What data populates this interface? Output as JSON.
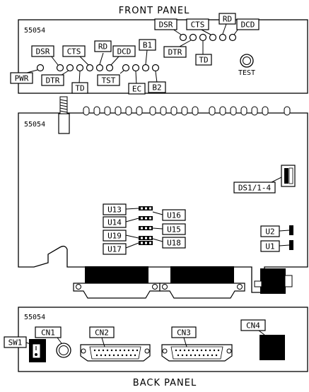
{
  "front_panel": {
    "title": "FRONT PANEL",
    "model": "55054",
    "left_group": [
      "DSR",
      "CTS",
      "RD",
      "DCD",
      "PWR",
      "DTR",
      "TD",
      "TST",
      "B1",
      "EC",
      "B2"
    ],
    "right_group": [
      "DSR",
      "CTS",
      "RD",
      "DCD",
      "DTR",
      "TD"
    ],
    "test_label": "TEST"
  },
  "board": {
    "model": "55054",
    "switch_label": "DS1/1-4",
    "jumpers_left": [
      "U13",
      "U14",
      "U19",
      "U17"
    ],
    "jumpers_right": [
      "U16",
      "U15",
      "U18"
    ],
    "jumpers_edge": [
      "U2",
      "U1"
    ]
  },
  "back_panel": {
    "title": "BACK PANEL",
    "model": "55054",
    "connectors": [
      "SW1",
      "CN1",
      "CN2",
      "CN3",
      "CN4"
    ]
  }
}
